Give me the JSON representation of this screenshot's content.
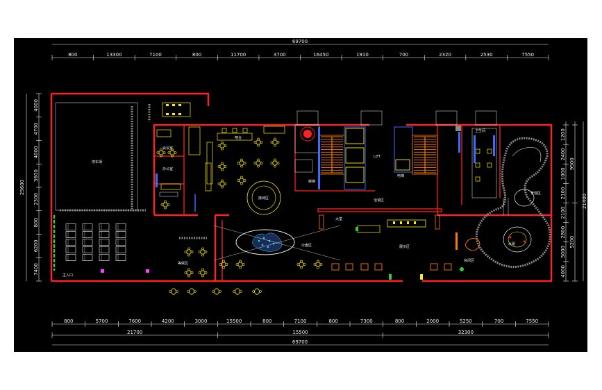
{
  "drawing": {
    "overall_width": "69700",
    "top_dims": [
      "800",
      "13300",
      "7100",
      "800",
      "11700",
      "3700",
      "16450",
      "1910",
      "700",
      "2320",
      "2530",
      "7550"
    ],
    "bottom_dims_row1": [
      "800",
      "5700",
      "7600",
      "4200",
      "3000",
      "15500",
      "800",
      "7100",
      "800",
      "7300",
      "800",
      "2000",
      "5250",
      "700",
      "7550"
    ],
    "bottom_dims_row2": [
      "21700",
      "15500",
      "32300"
    ],
    "bottom_total": "69700",
    "left_dims": [
      "4000",
      "4700",
      "4000",
      "3600",
      "2300",
      "800",
      "6200",
      "7400"
    ],
    "left_total": "25600",
    "right_dims": [
      "1200",
      "2400",
      "1000",
      "2100",
      "2100",
      "2800",
      "5000",
      "4000"
    ],
    "right_sub": [
      "9500",
      "5200"
    ],
    "right_total": "21400",
    "room_labels": {
      "parking": "停车场",
      "meeting": "会议室",
      "office": "办公室",
      "stair1": "楼梯",
      "elevator": "电梯",
      "lift": "LIFT",
      "lobby": "大堂",
      "reception": "接待区",
      "display": "展示区",
      "lounge": "休闲区",
      "landscape": "景观区",
      "wc": "卫生间",
      "entrance": "主入口",
      "bar": "吧台",
      "nego": "洽谈区",
      "model": "沙盘区",
      "pool": "水景",
      "waiting": "等候区"
    }
  },
  "colors": {
    "wall": "#ff2020",
    "dim": "#f2f2f2",
    "furniture": "#ffee00",
    "stair": "#ff7a00",
    "blue": "#3a6cff",
    "cyan": "#00e5ff",
    "grey": "#8a8a8a",
    "green": "#2ecc40",
    "magenta": "#ff40ff"
  }
}
